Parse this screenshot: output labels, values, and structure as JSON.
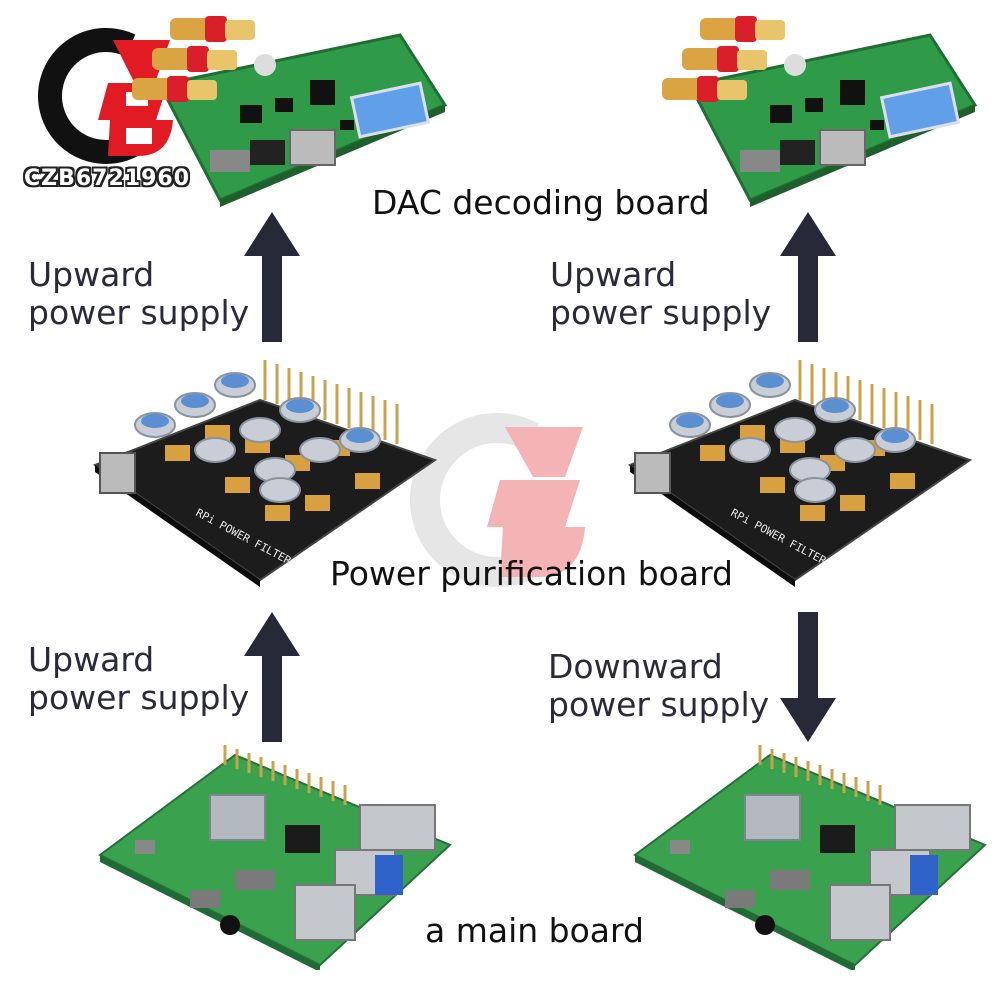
{
  "brand": {
    "text": "CZB6721960"
  },
  "captions": {
    "dac": "DAC decoding board",
    "power": "Power purification board",
    "main": "a main board"
  },
  "left": {
    "top_arrow_label": [
      "Upward",
      "power supply"
    ],
    "bottom_arrow_label": [
      "Upward",
      "power supply"
    ]
  },
  "right": {
    "top_arrow_label": [
      "Upward",
      "power supply"
    ],
    "bottom_arrow_label": [
      "Downward",
      "power supply"
    ]
  },
  "board_text": {
    "power_board_silk": "RPi POWER FILTER"
  },
  "colors": {
    "arrow": "#272838",
    "pcb_green": "#2f9a48",
    "pcb_black": "#1c1c1c",
    "rpi_green": "#3aa24f",
    "logo_red": "#e21a23"
  }
}
